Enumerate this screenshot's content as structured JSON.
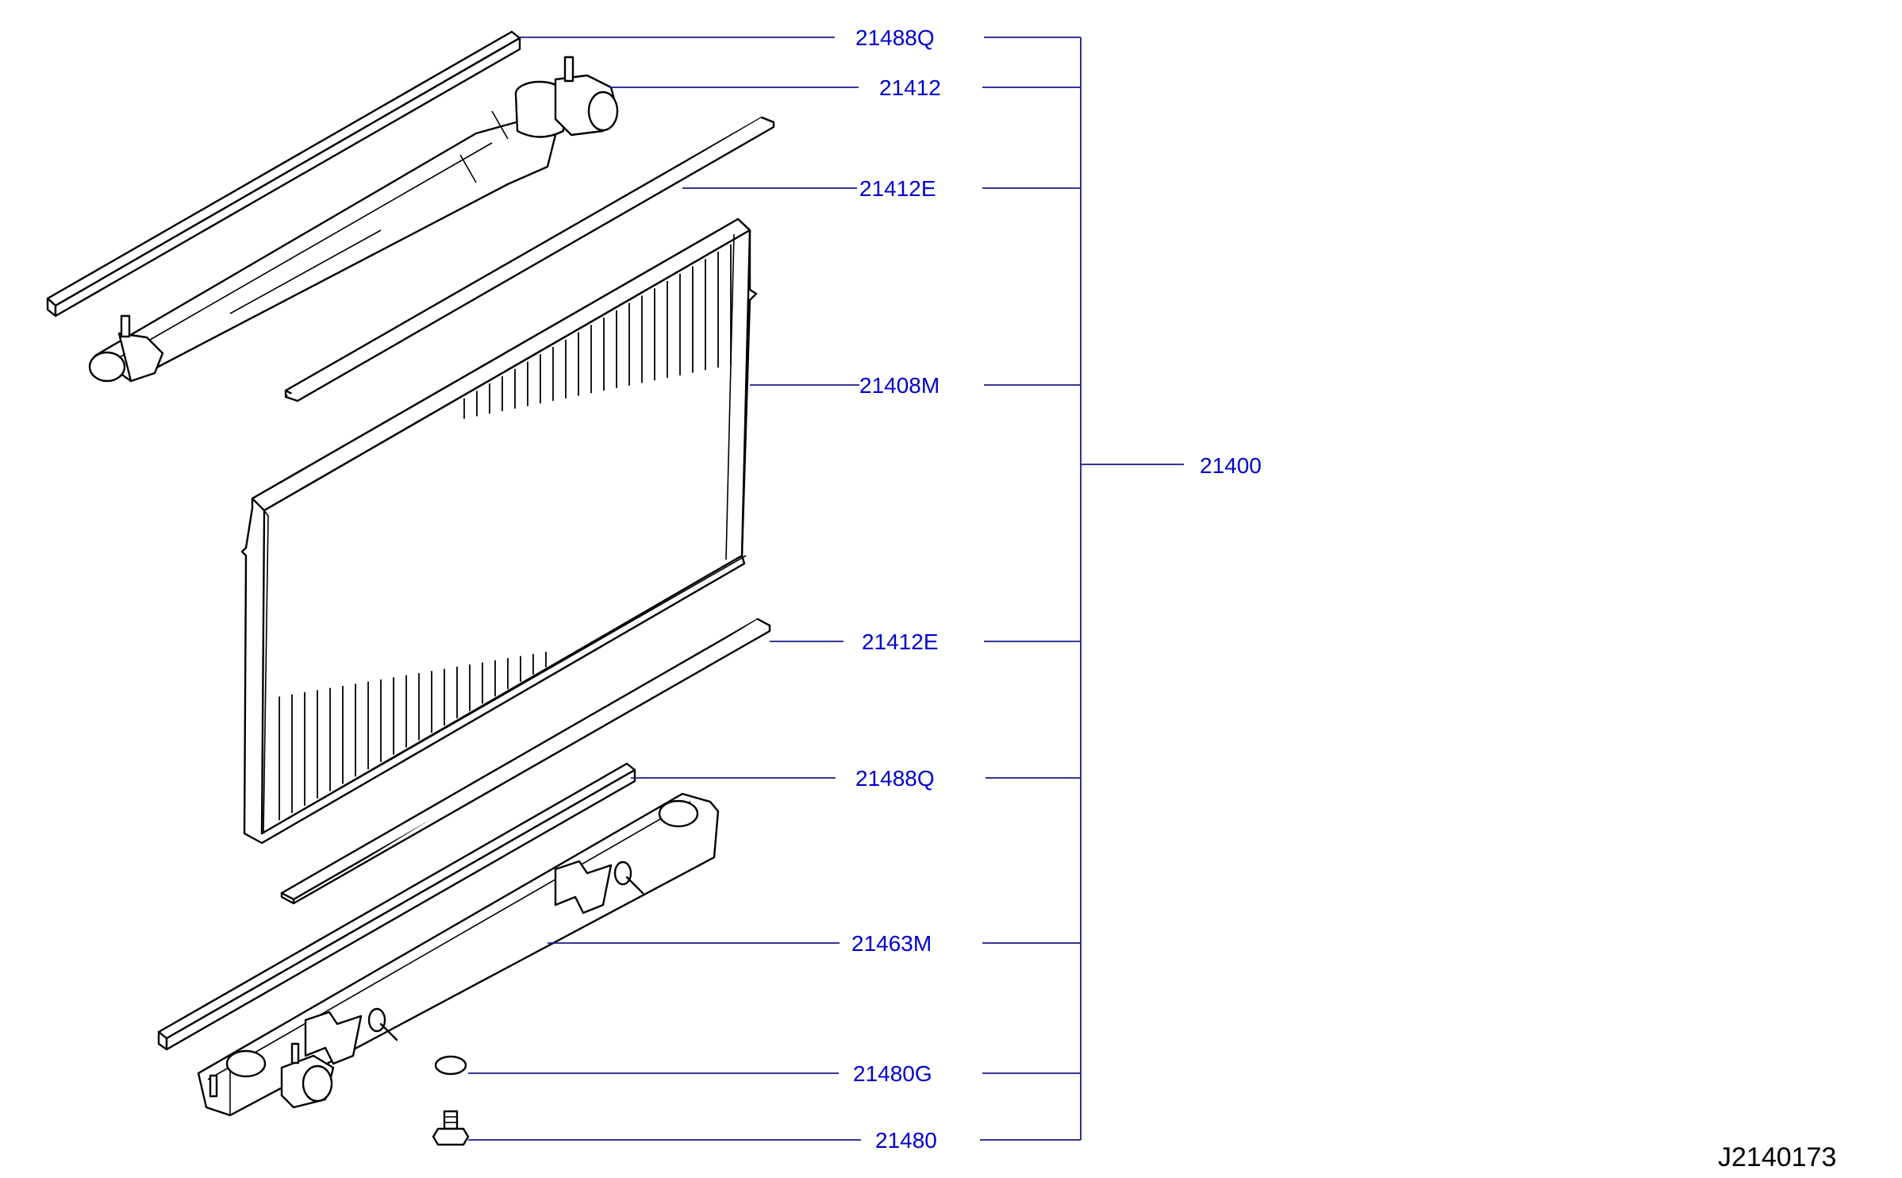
{
  "diagram_code": "J2140173",
  "assembly": {
    "part_number": "21400"
  },
  "callouts": [
    {
      "id": "top-seal",
      "part_number": "21488Q"
    },
    {
      "id": "upper-tank",
      "part_number": "21412"
    },
    {
      "id": "upper-seal-strip",
      "part_number": "21412E"
    },
    {
      "id": "core",
      "part_number": "21408M"
    },
    {
      "id": "lower-seal-strip",
      "part_number": "21412E"
    },
    {
      "id": "lower-seal",
      "part_number": "21488Q"
    },
    {
      "id": "lower-tank",
      "part_number": "21463M"
    },
    {
      "id": "drain-gasket",
      "part_number": "21480G"
    },
    {
      "id": "drain-cock",
      "part_number": "21480"
    }
  ],
  "colors": {
    "label": "#0000cc",
    "leader": "#1a1a8c",
    "line_art": "#000000"
  }
}
